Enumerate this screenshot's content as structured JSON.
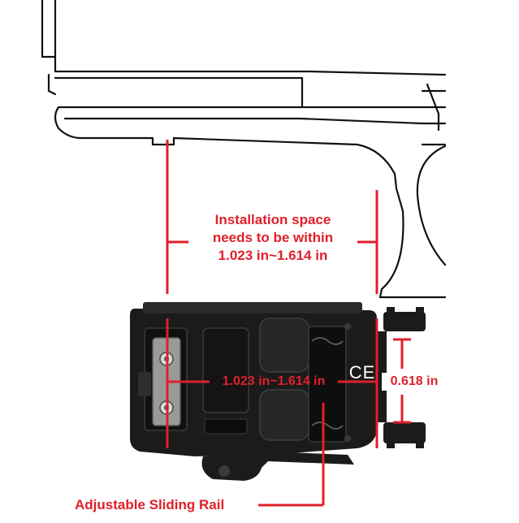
{
  "annotations": {
    "install_line1": "Installation space",
    "install_line2": "needs to be within",
    "install_line3": "1.023 in~1.614 in",
    "width_range": "1.023 in~1.614 in",
    "height_value": "0.618 in",
    "rail_label": "Adjustable Sliding Rail",
    "ce_mark": "CE"
  },
  "colors": {
    "accent": "#e0202a",
    "outline": "#111111",
    "device_body": "#1b1b1b",
    "device_highlight": "#3a3a3a",
    "background": "#ffffff"
  }
}
